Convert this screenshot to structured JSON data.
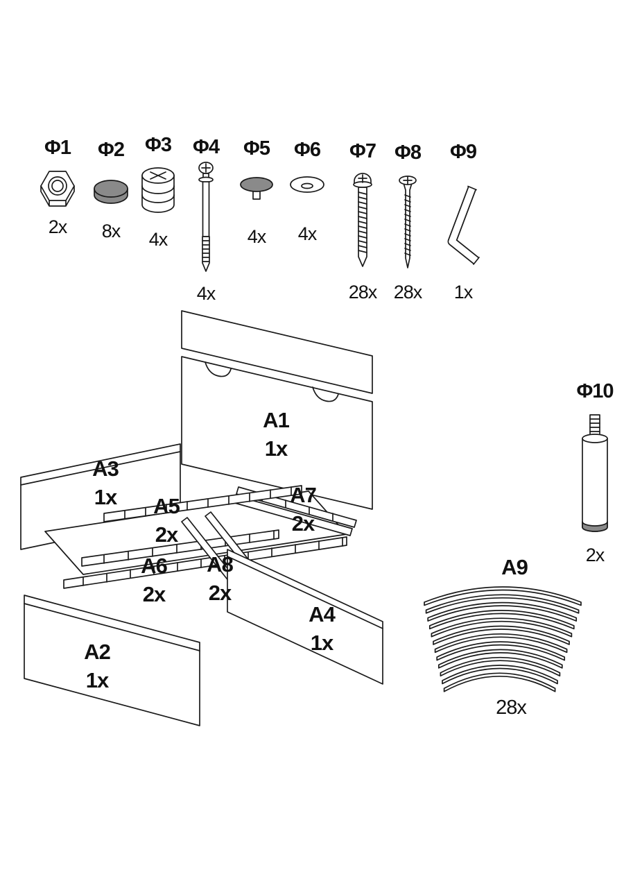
{
  "hardware": [
    {
      "label": "Φ1",
      "qty": "2x",
      "icon": "hex-nut"
    },
    {
      "label": "Φ2",
      "qty": "8x",
      "icon": "round-cover-cap"
    },
    {
      "label": "Φ3",
      "qty": "4x",
      "icon": "cam-lock"
    },
    {
      "label": "Φ4",
      "qty": "4x",
      "icon": "cam-bolt"
    },
    {
      "label": "Φ5",
      "qty": "4x",
      "icon": "stem-cover-cap"
    },
    {
      "label": "Φ6",
      "qty": "4x",
      "icon": "oval-cover-cap"
    },
    {
      "label": "Φ7",
      "qty": "28x",
      "icon": "pan-head-screw"
    },
    {
      "label": "Φ8",
      "qty": "28x",
      "icon": "wood-screw"
    },
    {
      "label": "Φ9",
      "qty": "1x",
      "icon": "allen-key"
    },
    {
      "label": "Φ10",
      "qty": "2x",
      "icon": "leg"
    }
  ],
  "parts": [
    {
      "label": "A1",
      "qty": "1x"
    },
    {
      "label": "A2",
      "qty": "1x"
    },
    {
      "label": "A3",
      "qty": "1x"
    },
    {
      "label": "A4",
      "qty": "1x"
    },
    {
      "label": "A5",
      "qty": "2x"
    },
    {
      "label": "A6",
      "qty": "2x"
    },
    {
      "label": "A7",
      "qty": "2x"
    },
    {
      "label": "A8",
      "qty": "2x"
    },
    {
      "label": "A9",
      "qty": "28x"
    }
  ],
  "colors": {
    "line": "#1a1a1a",
    "cap_gray": "#8a8a8a",
    "background": "#ffffff"
  }
}
